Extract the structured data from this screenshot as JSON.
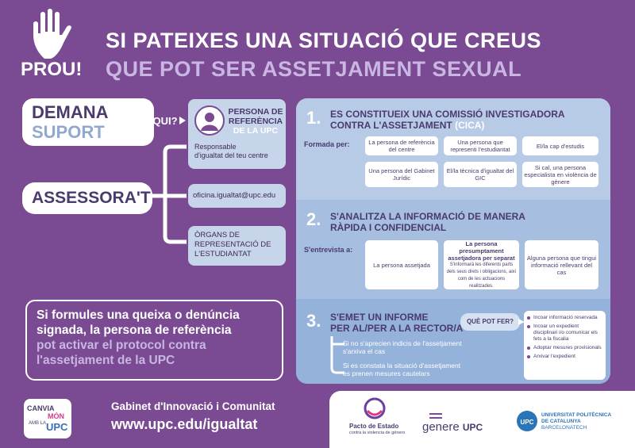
{
  "header": {
    "title_line1": "SI PATEIXES UNA SITUACIÓ QUE CREUS",
    "title_line2": "QUE POT SER ASSETJAMENT SEXUAL",
    "badge": "PROU!"
  },
  "left": {
    "demana_l1": "DEMANA",
    "demana_l2": "SUPORT",
    "aqui": "A QUI?",
    "persona_title1": "PERSONA DE",
    "persona_title2": "REFERÈNCIA",
    "persona_title3": "DE LA UPC",
    "responsable1": "Responsable",
    "responsable2": "d'igualtat del teu centre",
    "assessorat": "ASSESSORA'T",
    "email": "oficina.igualtat@upc.edu",
    "organs1": "ÒRGANS DE",
    "organs2": "REPRESENTACIÓ DE",
    "organs3": "L'ESTUDIANTAT"
  },
  "step1": {
    "num": "1.",
    "title1": "ES CONSTITUEIX UNA COMISSIÓ INVESTIGADORA",
    "title2": "CONTRA L'ASSETJAMENT",
    "cica": "(CICA)",
    "label": "Formada per:",
    "cells": [
      "La persona de referència del centre",
      "Una persona que representi l'estudiantat",
      "El/la cap d'estudis",
      "Una persona del Gabinet Jurídic",
      "El/la tècnica d'igualtat del GIC",
      "Si cal, una persona especialista en violència de gènere"
    ]
  },
  "step2": {
    "num": "2.",
    "title1": "S'ANALITZA LA INFORMACIÓ DE MANERA",
    "title2": "RÀPIDA I CONFIDENCIAL",
    "label": "S'entrevista a:",
    "c1": "La persona assetjada",
    "c2_title": "La persona presumptament assetjadora per separat",
    "c2_sub": "S'informarà les diferents parts dels seus drets i obligacions, així com de les actuacions realitzades.",
    "c3": "Alguna persona que tingui informació rellevant del cas"
  },
  "step3": {
    "num": "3.",
    "title1": "S'EMET UN INFORME",
    "title2": "PER AL/PER A LA RECTOR/A",
    "quipot": "QUÈ POT FER?",
    "b1a": "Si no s'aprecien indicis de l'assetjament",
    "b1b": "s'arxiva el cas",
    "b2a": "Si es constata la situació d'assetjament",
    "b2b": "es prenen mesures cautelars",
    "actions": [
      "Incoar informació reservada",
      "Incoar un expedient disciplinari i/o comunicar els fets a la fiscalia",
      "Adoptar mesures provisionals",
      "Arxivar l'expedient"
    ]
  },
  "notice": {
    "l1": "Si formules una queixa o denúncia",
    "l2": "signada, la persona de referència",
    "l3a": "pot",
    "l3b": " activar el protocol contra",
    "l4": "l'assetjament de la UPC"
  },
  "footer": {
    "gabinet": "Gabinet d'Innovació i Comunitat",
    "url": "www.upc.edu/igualtat",
    "canvia1": "CANVIA",
    "canvia2": "MÓN",
    "canvia3": "AMB LA",
    "canvia4": "UPC",
    "pacto": "Pacto de Estado",
    "pacto_sub": "contra la violencia de género",
    "genere": "genere",
    "genere_upc": "UPC",
    "upc1": "UNIVERSITAT POLITÈCNICA",
    "upc2": "DE CATALUNYA",
    "upc3": "BARCELONATECH"
  }
}
